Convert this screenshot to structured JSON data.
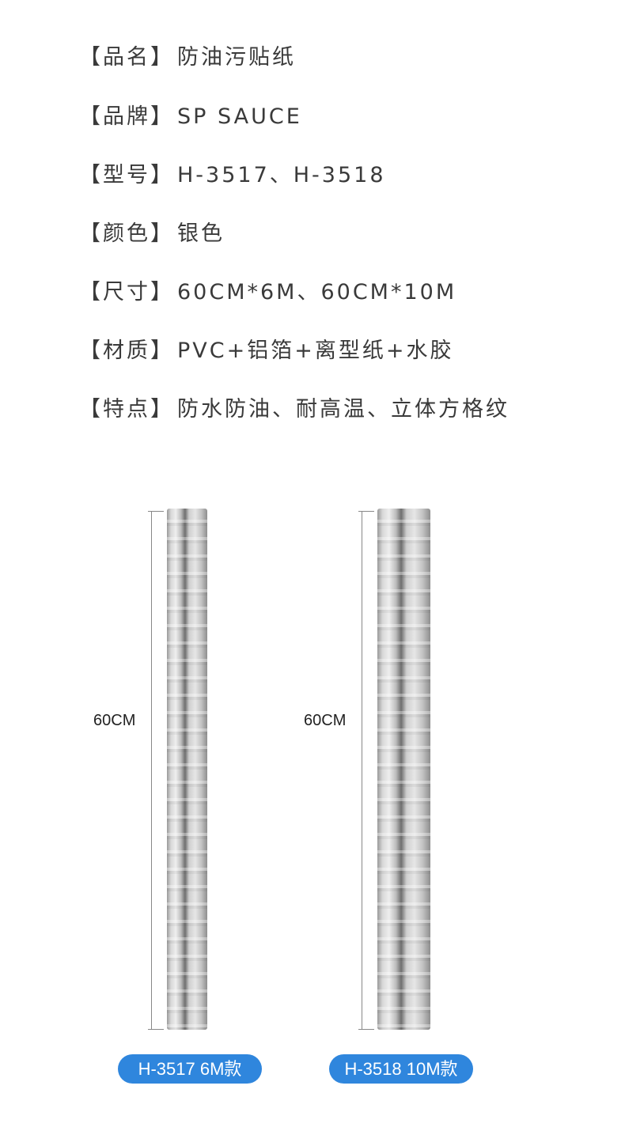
{
  "specs": [
    {
      "key": "【品名】",
      "value": "防油污贴纸"
    },
    {
      "key": "【品牌】",
      "value": "SP SAUCE"
    },
    {
      "key": "【型号】",
      "value": "H-3517、H-3518"
    },
    {
      "key": "【颜色】",
      "value": "银色"
    },
    {
      "key": "【尺寸】",
      "value": "60CM*6M、60CM*10M"
    },
    {
      "key": "【材质】",
      "value": "PVC+铝箔+离型纸+水胶"
    },
    {
      "key": "【特点】",
      "value": "防水防油、耐高温、立体方格纹"
    }
  ],
  "products": [
    {
      "dimension": "60CM",
      "label": "H-3517 6M款"
    },
    {
      "dimension": "60CM",
      "label": "H-3518 10M款"
    }
  ],
  "colors": {
    "badge": "#2f86dd",
    "text": "#3a3a3a"
  }
}
